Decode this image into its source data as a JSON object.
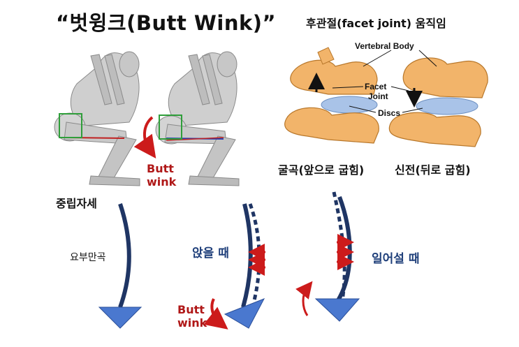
{
  "title": "“벗윙크(Butt Wink)”",
  "facet": {
    "title": "후관절(facet joint) 움직임",
    "labels": {
      "vertebral_body": "Vertebral Body",
      "facet": "Facet",
      "joint": "Joint",
      "discs": "Discs"
    },
    "flexion": "굴곡(앞으로 굽힘)",
    "extension": "신전(뒤로 굽힘)"
  },
  "squat": {
    "butt_line1": "Butt",
    "butt_line2": "wink"
  },
  "spine": {
    "neutral": "중립자세",
    "lordosis": "요부만곡",
    "sitting": "앉을 때",
    "standing": "일어설 때",
    "butt_line1": "Butt",
    "butt_line2": "wink"
  },
  "colors": {
    "spine_navy": "#1f3564",
    "triangle_blue": "#4a78cf",
    "arrow_red": "#cc1b1b",
    "bone": "#f2b46a"
  }
}
